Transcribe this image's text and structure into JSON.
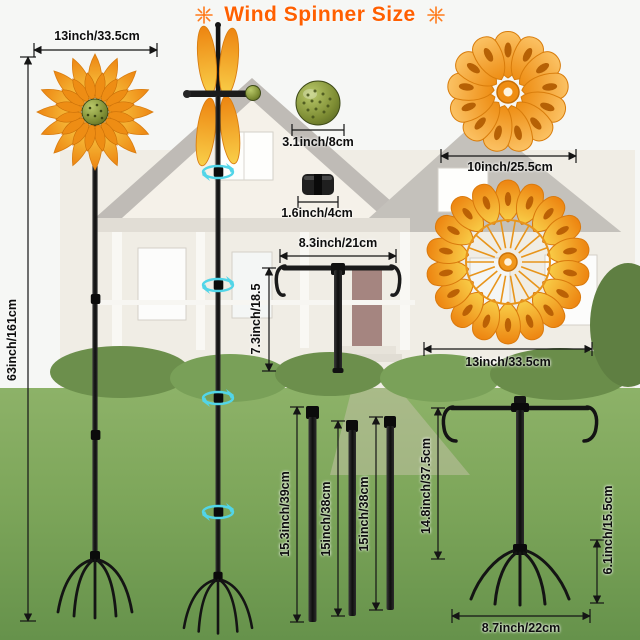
{
  "title": "Wind Spinner Size",
  "icons": {
    "title_decorations": [
      "sparkle-icon",
      "sparkle-icon"
    ]
  },
  "colors": {
    "title_orange": "#ff5f00",
    "petal_orange": "#ed8410",
    "petal_yellow": "#f9cf49",
    "center_green": "#7d8c33",
    "pole_black": "#141414",
    "rotation_arrow_cyan": "#52d5e8",
    "dimension_black": "#151515",
    "lawn_green": "#7da65a"
  },
  "labels": {
    "left_spinner_width": "13inch/33.5cm",
    "total_height": "63inch/161cm",
    "ball_diameter": "3.1inch/8cm",
    "connector_length": "1.6inch/4cm",
    "bracket_width": "8.3inch/21cm",
    "bracket_height": "7.3inch/18.5",
    "small_spinner_diameter": "10inch/25.5cm",
    "large_spinner_diameter": "13inch/33.5cm",
    "pole_segment_1": "15.3inch/39cm",
    "pole_segment_2": "15inch/38cm",
    "pole_segment_3": "15inch/38cm",
    "stake_height": "14.8inch/37.5cm",
    "prong_length": "6.1inch/15.5cm",
    "stake_width": "8.7inch/22cm"
  }
}
